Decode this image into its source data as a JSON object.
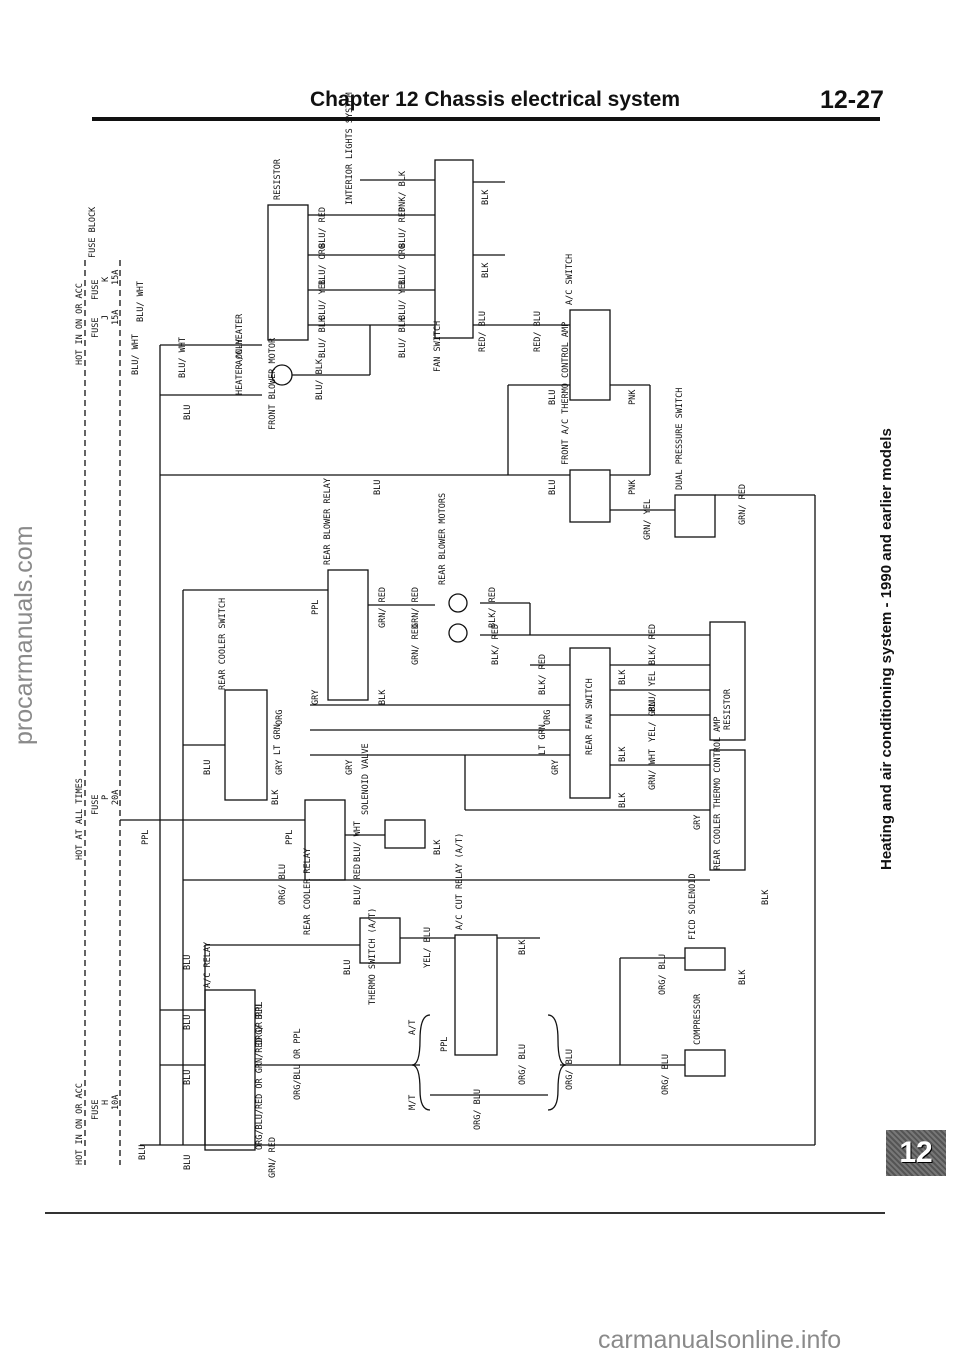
{
  "header": {
    "title": "Chapter 12  Chassis electrical system",
    "page_number": "12-27"
  },
  "side_caption": "Heating and air conditioning system - 1990 and earlier models",
  "chapter_tab": "12",
  "watermarks": {
    "left": "procarmanuals.com",
    "bottom": "carmanualsonline.info"
  },
  "diagram": {
    "power": {
      "hot_run_1": "HOT IN ON OR ACC",
      "hot_run_2": "HOT IN ON OR ACC",
      "hot_all": "HOT AT ALL TIMES",
      "fuse_block": "FUSE BLOCK"
    },
    "fuses": [
      {
        "id": "fuse-k",
        "label": "FUSE",
        "letter": "K",
        "rating": "15A"
      },
      {
        "id": "fuse-j",
        "label": "FUSE",
        "letter": "J",
        "rating": "15A"
      },
      {
        "id": "fuse-p",
        "label": "FUSE",
        "letter": "P",
        "rating": "20A"
      },
      {
        "id": "fuse-h",
        "label": "FUSE",
        "letter": "H",
        "rating": "10A"
      }
    ],
    "components": {
      "resistor_top": "RESISTOR",
      "interior_lights": "INTERIOR LIGHTS SYSTEM",
      "fan_switch": "FAN SWITCH",
      "ac_switch": "A/C SWITCH",
      "heater_only": "HEATER ONLY",
      "ac_heater": "A/C-HEATER",
      "front_blower": "FRONT BLOWER MOTOR",
      "thermo_amp": "FRONT A/C THERMO CONTROL AMP",
      "dual_pressure": "DUAL PRESSURE SWITCH",
      "rear_blower_relay": "REAR BLOWER RELAY",
      "rear_blower_motors": "REAR BLOWER MOTORS",
      "rear_cooler_switch": "REAR COOLER SWITCH",
      "rear_fan_switch": "REAR FAN SWITCH",
      "resistor_rear": "RESISTOR",
      "rear_cooler_amp": "REAR COOLER THERMO CONTROL AMP",
      "solenoid_valve": "SOLENOID VALVE",
      "rear_cooler_relay": "REAR COOLER RELAY",
      "ac_cut_relay": "A/C CUT RELAY (A/T)",
      "thermo_switch": "THERMO SWITCH (A/T)",
      "fico_solenoid": "FICD SOLENOID",
      "ac_relay": "A/C RELAY",
      "compressor": "COMPRESSOR",
      "at": "A/T",
      "mt": "M/T"
    },
    "wires": {
      "blu": "BLU",
      "blk": "BLK",
      "ppl": "PPL",
      "gry": "GRY",
      "pnk": "PNK",
      "blu_wht": "BLU/ WHT",
      "blu_red": "BLU/ RED",
      "blu_org": "BLU/ ORG",
      "blu_yel": "BLU/ YEL",
      "blu_blk": "BLU/ BLK",
      "pnk_blk": "PNK/ BLK",
      "red_blu": "RED/ BLU",
      "grn_yel": "GRN/ YEL",
      "grn_red": "GRN/ RED",
      "blk_red": "BLK/ RED",
      "lt_grn": "LT GRN",
      "org": "ORG",
      "yel_grn": "YEL/ GRN",
      "grn_wht": "GRN/ WHT",
      "org_blu": "ORG/ BLU",
      "yel_blu": "YEL/ BLU",
      "org_combo_1": "ORG/BLU OR PPL",
      "org_combo_2": "ORG/BLU/RED OR GRN/RED OR PPL"
    }
  }
}
